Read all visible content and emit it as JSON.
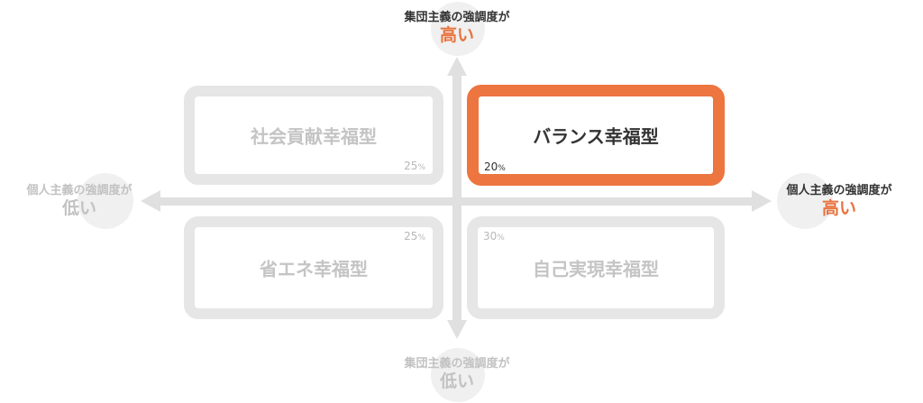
{
  "axes": {
    "top": {
      "line1": "集団主義の強調度が",
      "line2": "高い"
    },
    "bottom": {
      "line1": "集団主義の強調度が",
      "line2": "低い"
    },
    "left": {
      "line1": "個人主義の強調度が",
      "line2": "低い"
    },
    "right": {
      "line1": "個人主義の強調度が",
      "line2": "高い"
    }
  },
  "quadrants": {
    "top_left": {
      "name": "社会貢献幸福型",
      "percent": "25",
      "unit": "%"
    },
    "top_right": {
      "name": "バランス幸福型",
      "percent": "20",
      "unit": "%"
    },
    "bottom_left": {
      "name": "省エネ幸福型",
      "percent": "25",
      "unit": "%"
    },
    "bottom_right": {
      "name": "自己実現幸福型",
      "percent": "30",
      "unit": "%"
    }
  },
  "colors": {
    "accent": "#ec7540",
    "muted_border": "#e6e6e6",
    "axis": "#e0e0e0"
  }
}
